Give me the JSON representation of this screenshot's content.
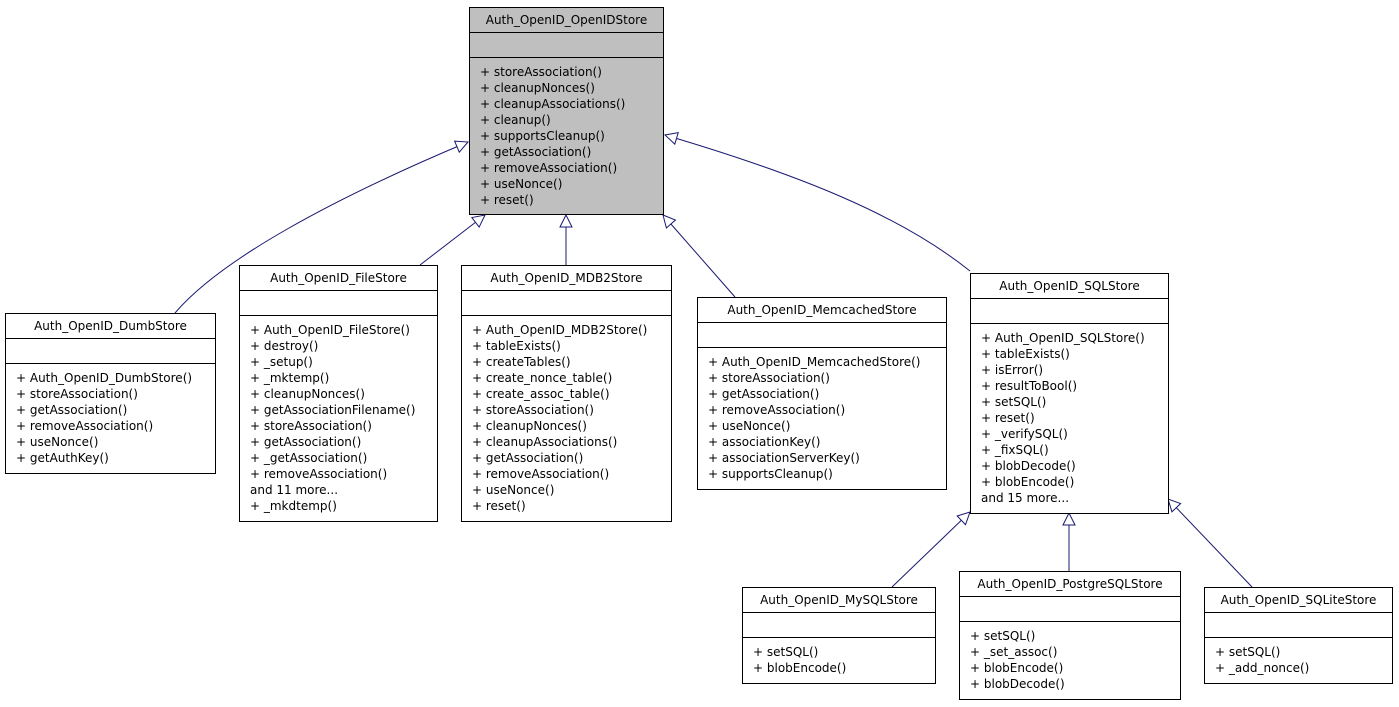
{
  "classes": {
    "openidstore": {
      "name": "Auth_OpenID_OpenIDStore",
      "methods": [
        "+ storeAssociation()",
        "+ cleanupNonces()",
        "+ cleanupAssociations()",
        "+ cleanup()",
        "+ supportsCleanup()",
        "+ getAssociation()",
        "+ removeAssociation()",
        "+ useNonce()",
        "+ reset()"
      ]
    },
    "dumbstore": {
      "name": "Auth_OpenID_DumbStore",
      "methods": [
        "+ Auth_OpenID_DumbStore()",
        "+ storeAssociation()",
        "+ getAssociation()",
        "+ removeAssociation()",
        "+ useNonce()",
        "+ getAuthKey()"
      ]
    },
    "filestore": {
      "name": "Auth_OpenID_FileStore",
      "methods": [
        "+ Auth_OpenID_FileStore()",
        "+ destroy()",
        "+ _setup()",
        "+ _mktemp()",
        "+ cleanupNonces()",
        "+ getAssociationFilename()",
        "+ storeAssociation()",
        "+ getAssociation()",
        "+ _getAssociation()",
        "+ removeAssociation()",
        "and 11 more...",
        "+ _mkdtemp()"
      ]
    },
    "mdb2store": {
      "name": "Auth_OpenID_MDB2Store",
      "methods": [
        "+ Auth_OpenID_MDB2Store()",
        "+ tableExists()",
        "+ createTables()",
        "+ create_nonce_table()",
        "+ create_assoc_table()",
        "+ storeAssociation()",
        "+ cleanupNonces()",
        "+ cleanupAssociations()",
        "+ getAssociation()",
        "+ removeAssociation()",
        "+ useNonce()",
        "+ reset()"
      ]
    },
    "memcachedstore": {
      "name": "Auth_OpenID_MemcachedStore",
      "methods": [
        "+ Auth_OpenID_MemcachedStore()",
        "+ storeAssociation()",
        "+ getAssociation()",
        "+ removeAssociation()",
        "+ useNonce()",
        "+ associationKey()",
        "+ associationServerKey()",
        "+ supportsCleanup()"
      ]
    },
    "sqlstore": {
      "name": "Auth_OpenID_SQLStore",
      "methods": [
        "+ Auth_OpenID_SQLStore()",
        "+ tableExists()",
        "+ isError()",
        "+ resultToBool()",
        "+ setSQL()",
        "+ reset()",
        "+ _verifySQL()",
        "+ _fixSQL()",
        "+ blobDecode()",
        "+ blobEncode()",
        "and 15 more..."
      ]
    },
    "mysqlstore": {
      "name": "Auth_OpenID_MySQLStore",
      "methods": [
        "+ setSQL()",
        "+ blobEncode()"
      ]
    },
    "postgresqlstore": {
      "name": "Auth_OpenID_PostgreSQLStore",
      "methods": [
        "+ setSQL()",
        "+ _set_assoc()",
        "+ blobEncode()",
        "+ blobDecode()"
      ]
    },
    "sqlitestore": {
      "name": "Auth_OpenID_SQLiteStore",
      "methods": [
        "+ setSQL()",
        "+ _add_nonce()"
      ]
    }
  },
  "colors": {
    "edge": "#191970",
    "base_fill": "#bfbfbf",
    "box_fill": "#ffffff"
  }
}
